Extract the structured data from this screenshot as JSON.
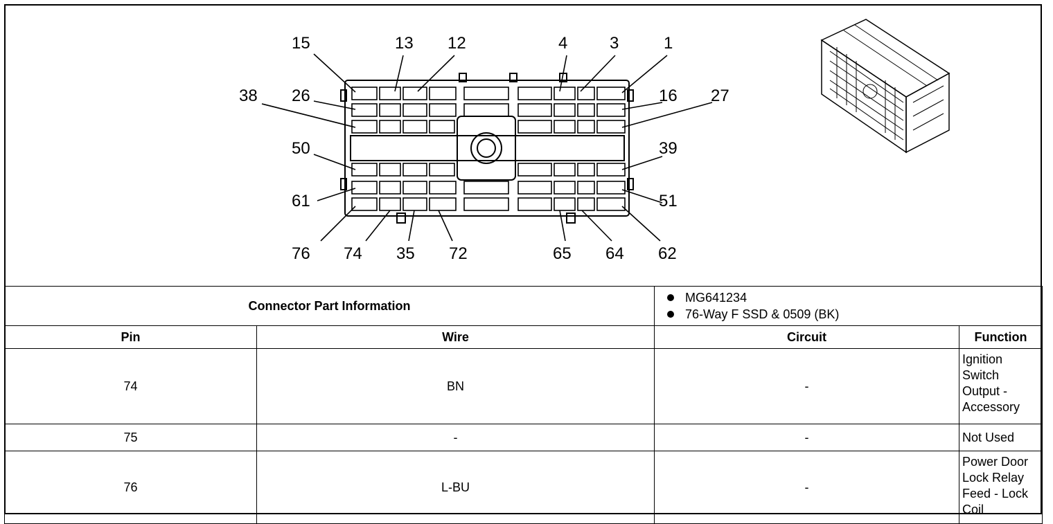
{
  "diagram": {
    "pin_labels_top": [
      "15",
      "13",
      "12",
      "4",
      "3",
      "1"
    ],
    "pin_labels_left": [
      "38",
      "26",
      "50",
      "61"
    ],
    "pin_labels_right": [
      "16",
      "27",
      "39",
      "51"
    ],
    "pin_labels_bottom": [
      "76",
      "74",
      "35",
      "72",
      "65",
      "64",
      "62"
    ]
  },
  "connector_info": {
    "title": "Connector Part Information",
    "items": [
      "MG641234",
      "76-Way F SSD & 0509 (BK)"
    ]
  },
  "table": {
    "headers": [
      "Pin",
      "Wire",
      "Circuit",
      "Function"
    ],
    "rows": [
      {
        "pin": "74",
        "wire": "BN",
        "circuit": "-",
        "function": "Ignition Switch Output - Accessory"
      },
      {
        "pin": "75",
        "wire": "-",
        "circuit": "-",
        "function": "Not Used"
      },
      {
        "pin": "76",
        "wire": "L-BU",
        "circuit": "-",
        "function": "Power Door Lock Relay Feed - Lock Coil"
      }
    ]
  }
}
